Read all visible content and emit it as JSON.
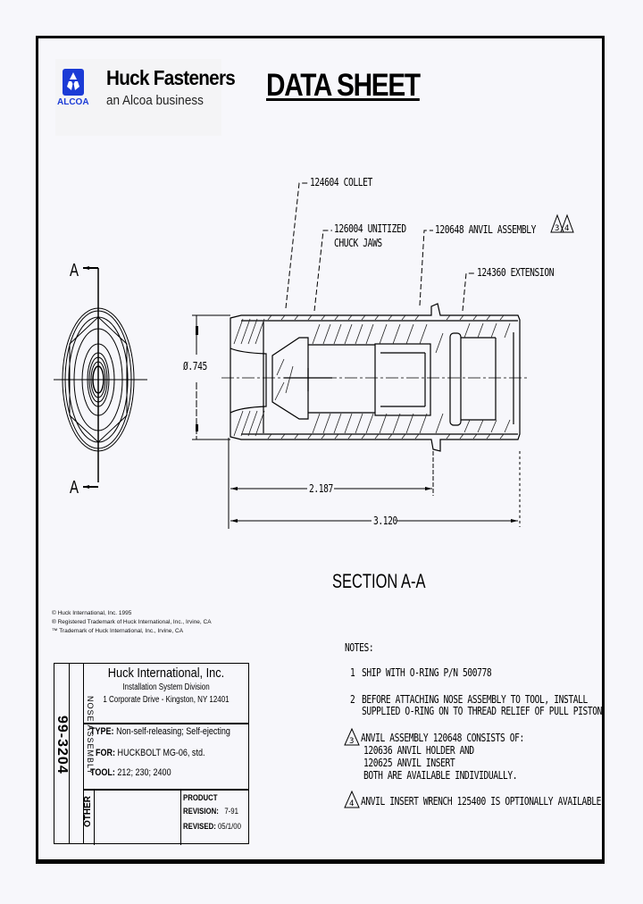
{
  "header": {
    "logo_mark": "alcoa-logo-icon",
    "logo_word": "ALCOA",
    "company": "Huck Fasteners",
    "tagline": "an Alcoa business",
    "title": "DATA SHEET"
  },
  "drawing": {
    "callouts": [
      {
        "part": "124604",
        "label": "124604 COLLET"
      },
      {
        "part": "126004",
        "label": "126004 UNITIZED",
        "label2": "CHUCK JAWS"
      },
      {
        "part": "120648",
        "label": "120648 ANVIL ASSEMBLY",
        "markers": [
          "3",
          "4"
        ]
      },
      {
        "part": "124360",
        "label": "124360 EXTENSION"
      }
    ],
    "section_marker": "A",
    "diameter": "Ø.745",
    "dim_short": "2.187",
    "dim_long": "3.120",
    "section_title": "SECTION A-A"
  },
  "legal": [
    "© Huck International, Inc. 1995",
    "® Registered Trademark of Huck International, Inc., Irvine, CA",
    "™ Trademark of Huck International, Inc., Irvine, CA"
  ],
  "notes": {
    "heading": "NOTES:",
    "items": [
      {
        "num": "1",
        "lines": [
          "SHIP WITH O-RING P/N 500778"
        ]
      },
      {
        "num": "2",
        "lines": [
          "BEFORE ATTACHING NOSE ASSEMBLY TO TOOL, INSTALL",
          "SUPPLIED O-RING ON TO THREAD RELIEF OF PULL PISTON"
        ]
      },
      {
        "num": "3",
        "triangle": true,
        "lines": [
          "ANVIL ASSEMBLY 120648 CONSISTS OF:",
          "120636 ANVIL HOLDER AND",
          "120625 ANVIL INSERT",
          "BOTH ARE AVAILABLE INDIVIDUALLY."
        ]
      },
      {
        "num": "4",
        "triangle": true,
        "lines": [
          "ANVIL INSERT WRENCH 125400 IS OPTIONALLY AVAILABLE."
        ]
      }
    ]
  },
  "title_block": {
    "doc_number": "99-3204",
    "category": "NOSE ASSEMBLY",
    "company": "Huck International, Inc.",
    "division": "Installation System Division",
    "address": "1 Corporate Drive - Kingston, NY  12401",
    "type_label": "TYPE:",
    "type_value": "Non-self-releasing; Self-ejecting",
    "for_label": "FOR:",
    "for_value": "HUCKBOLT MG-06, std.",
    "tool_label": "TOOL:",
    "tool_value": "212; 230; 2400",
    "other_label": "OTHER",
    "product_label": "PRODUCT",
    "revision_label": "REVISION:",
    "revision_value": "7-91",
    "revised_label": "REVISED:",
    "revised_value": "05/1/00"
  },
  "colors": {
    "alcoa_blue": "#1b3bd6",
    "ink": "#000000",
    "paper": "#f7f7fb"
  }
}
